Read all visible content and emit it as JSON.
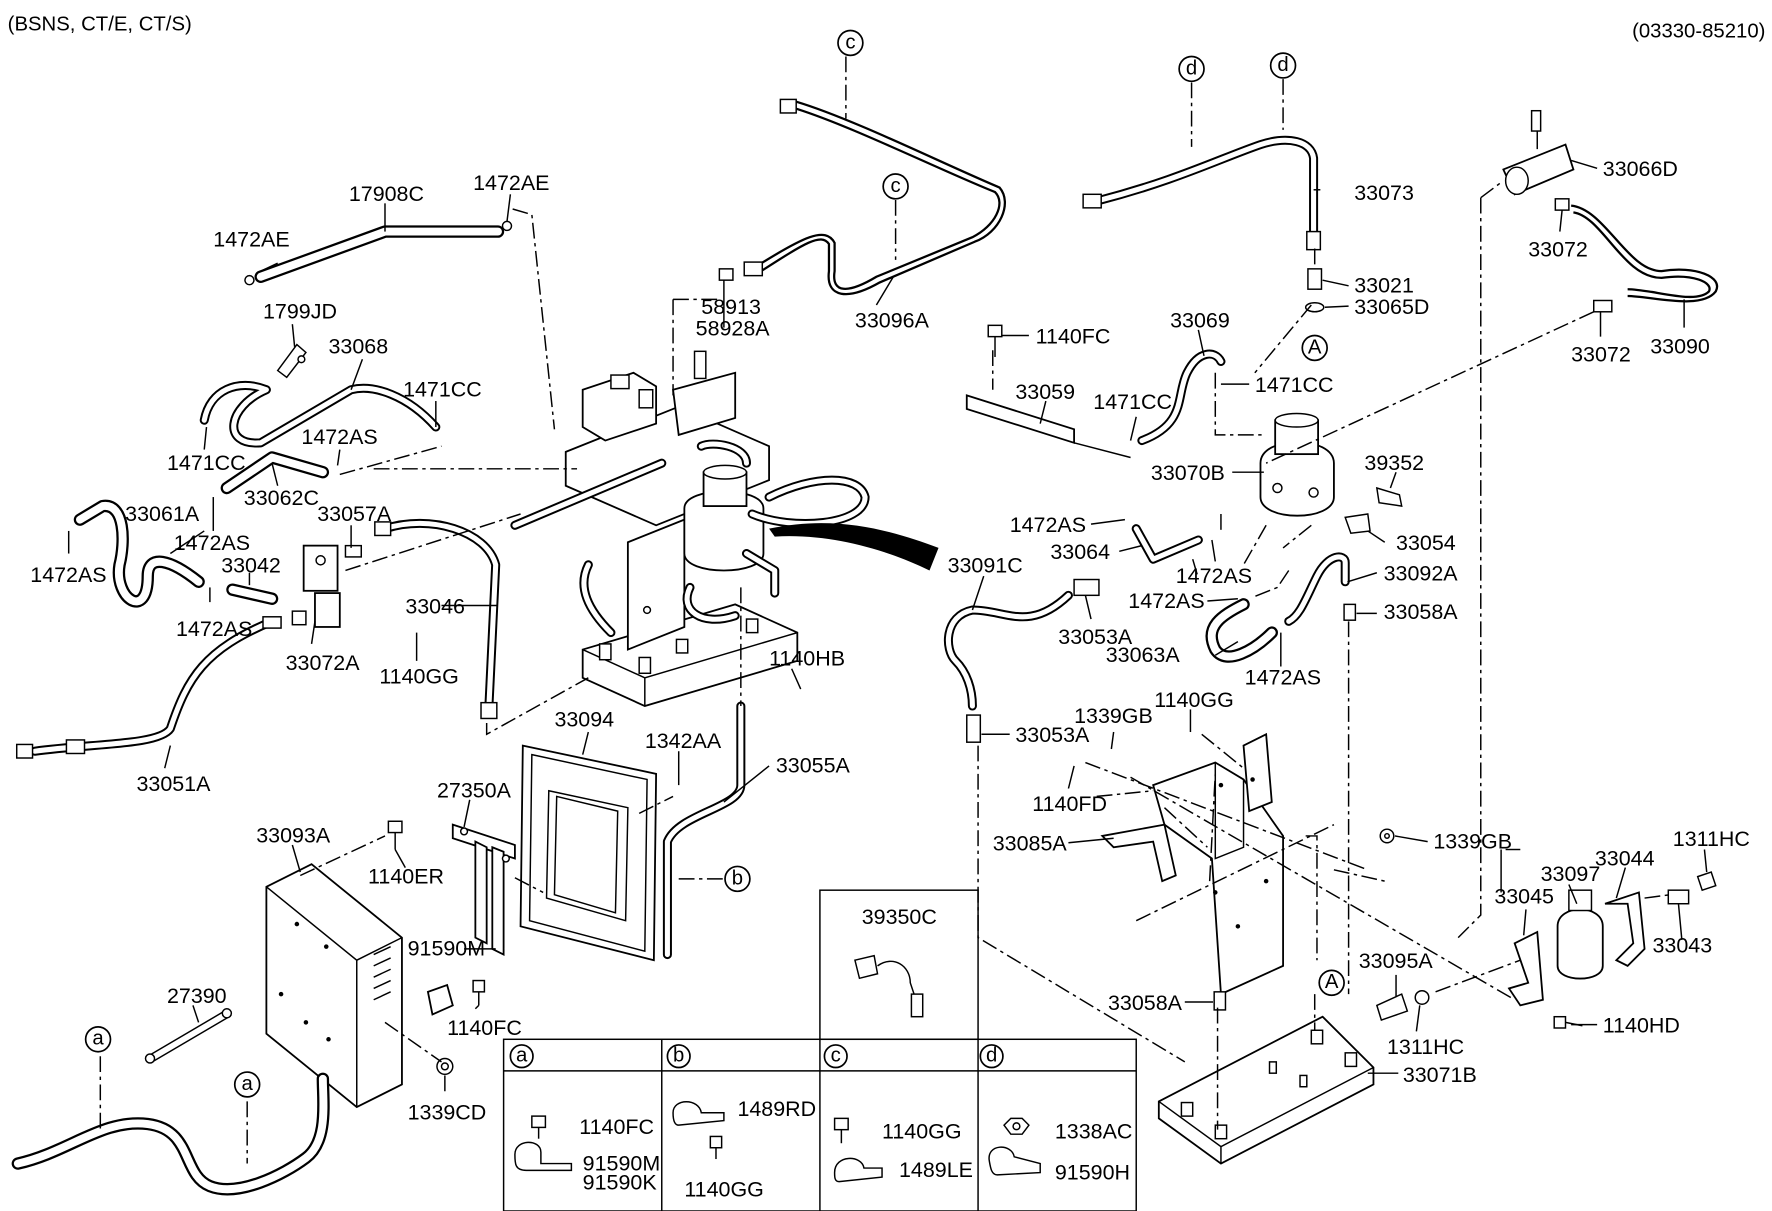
{
  "header": {
    "left_code": "(BSNS, CT/E, CT/S)",
    "right_code": "(03330-85210)"
  },
  "part_labels": [
    "17908C",
    "1472AE",
    "1472AE",
    "1799JD",
    "33068",
    "1471CC",
    "1471CC",
    "1472AS",
    "33062C",
    "33061A",
    "1472AS",
    "1472AS",
    "33042",
    "1472AS",
    "33057A",
    "33072A",
    "1140GG",
    "33046",
    "33051A",
    "58913",
    "58928A",
    "33096A",
    "1140HB",
    "33094",
    "1342AA",
    "33055A",
    "27350A",
    "33093A",
    "1140ER",
    "91590M",
    "1140FC",
    "1339CD",
    "27390",
    "1140FC",
    "33059",
    "1471CC",
    "33069",
    "1471CC",
    "33070B",
    "39352",
    "1472AS",
    "33064",
    "33091C",
    "1472AS",
    "1472AS",
    "33053A",
    "33063A",
    "1472AS",
    "33054",
    "33092A",
    "33058A",
    "33053A",
    "1339GB",
    "1140GG",
    "1140FD",
    "33085A",
    "33073",
    "33021",
    "33065D",
    "33066D",
    "33072",
    "33072",
    "33090",
    "1339GB",
    "1311HC",
    "33097",
    "33044",
    "33045",
    "33043",
    "33095A",
    "1311HC",
    "1140HD",
    "33058A",
    "33071B",
    "39350C"
  ],
  "callouts": {
    "a": "a",
    "b": "b",
    "c": "c",
    "d": "d",
    "A": "A"
  },
  "legend": {
    "col_a": {
      "letter": "a",
      "part1": "1140FC",
      "part2": "91590M",
      "part3": "91590K"
    },
    "col_b": {
      "letter": "b",
      "part1": "1489RD",
      "part2": "1140GG"
    },
    "col_c": {
      "letter": "c",
      "part1": "1140GG",
      "part2": "1489LE"
    },
    "col_d": {
      "letter": "d",
      "part1": "1338AC",
      "part2": "91590H"
    }
  },
  "sensor_box": {
    "label": "39350C"
  },
  "icons": [
    "arrow-icon",
    "callout-circle-icon"
  ]
}
